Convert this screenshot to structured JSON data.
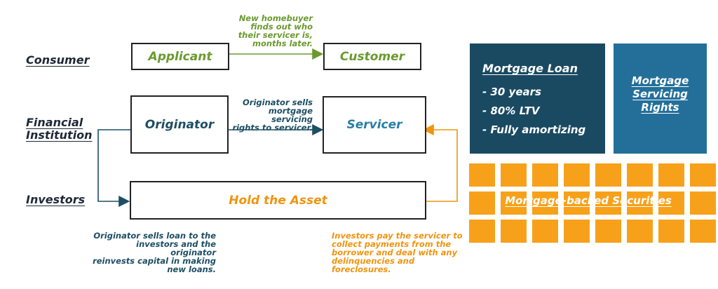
{
  "rows": {
    "consumer": "Consumer",
    "financial_institution": "Financial\nInstitution",
    "investors": "Investors"
  },
  "boxes": {
    "applicant": "Applicant",
    "customer": "Customer",
    "originator": "Originator",
    "servicer": "Servicer",
    "hold_asset": "Hold the Asset"
  },
  "notes": {
    "homebuyer": "New homebuyer\nfinds out who\ntheir servicer is,\nmonths later.",
    "sells_rights": "Originator sells\nmortgage servicing\nrights to servicer.",
    "sells_loan": "Originator sells loan to the\ninvestors and the originator\nreinvests capital in making\nnew loans.",
    "investors_pay": "Investors pay the servicer to\ncollect payments from the\nborrower and deal with any\ndelinquencies and foreclosures."
  },
  "mortgage_loan": {
    "title": "Mortgage Loan",
    "bullets": [
      "- 30 years",
      "- 80% LTV",
      "- Fully amortizing"
    ]
  },
  "servicing_rights": {
    "title": "Mortgage\nServicing\nRights"
  },
  "mbs": {
    "label": "Mortgage-backed Securities"
  },
  "colors": {
    "green": "#6a9a2e",
    "navy": "#1d4e63",
    "orange": "#f0940f",
    "loan_card": "#1a4a62",
    "rights_card": "#236f9a",
    "mbs_tile": "#f7a11a"
  }
}
